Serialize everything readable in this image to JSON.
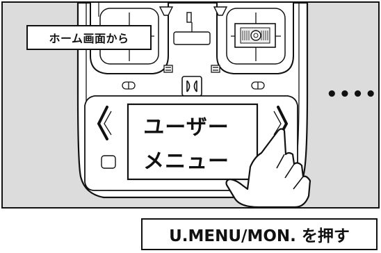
{
  "callout": {
    "label": "ホーム画面から"
  },
  "screen": {
    "line1": "ユーザー",
    "line2": "メニュー"
  },
  "more_indicator": "•••••",
  "instruction": {
    "label": "U.MENU/MON. を押す"
  },
  "colors": {
    "background": "#dcdcdc",
    "outline": "#111111",
    "panel": "#ffffff"
  }
}
